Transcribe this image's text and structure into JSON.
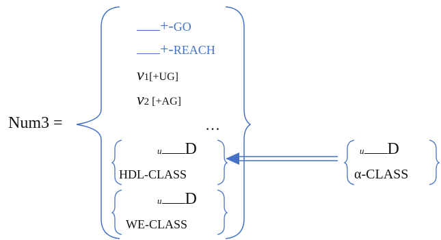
{
  "lhs": "Num3 =",
  "big_set": {
    "rows": [
      {
        "blank": "",
        "text": "+-GO"
      },
      {
        "blank": "",
        "text": "+-REACH"
      },
      {
        "var": "v",
        "sub": "1",
        "feature": "[+UG]"
      },
      {
        "var": "v",
        "sub": "2",
        "feature": "[+AG]"
      },
      {
        "ellipsis": "…"
      }
    ],
    "inner": [
      {
        "sup": "u",
        "letter": "D",
        "class_label": "HDL-CLASS"
      },
      {
        "sup": "u",
        "letter": "D",
        "class_label": "WE-CLASS"
      }
    ]
  },
  "right_box": {
    "sup": "u",
    "letter": "D",
    "class_label": "α-CLASS"
  },
  "colors": {
    "accent": "#4472c4",
    "text": "#111111"
  }
}
